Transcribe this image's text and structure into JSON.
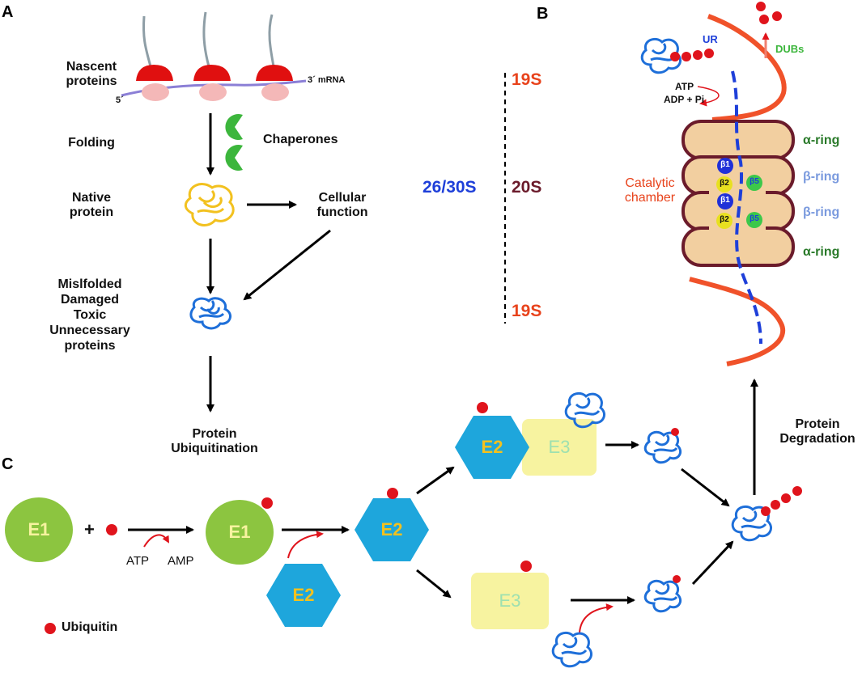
{
  "panels": {
    "a": "A",
    "b": "B",
    "c": "C"
  },
  "panel_a": {
    "nascent_1": "Nascent",
    "nascent_2": "proteins",
    "mrna_3": "3´ mRNA",
    "mrna_5": "5´",
    "folding": "Folding",
    "chaperones": "Chaperones",
    "native_1": "Native",
    "native_2": "protein",
    "cellular_1": "Cellular",
    "cellular_2": "function",
    "misfolded_1": "Mislfolded",
    "misfolded_2": "Damaged",
    "misfolded_3": "Toxic",
    "misfolded_4": "Unnecessary",
    "misfolded_5": "proteins",
    "ubiq_1": "Protein",
    "ubiq_2": "Ubiquitination"
  },
  "panel_b": {
    "label_19s_top": "19S",
    "label_20s": "20S",
    "label_19s_bottom": "19S",
    "label_26_30s": "26/30S",
    "ur": "UR",
    "dubs": "DUBs",
    "atp": "ATP",
    "adp": "ADP + Pi",
    "catalytic_1": "Catalytic",
    "catalytic_2": "chamber",
    "alpha_ring_top": "α-ring",
    "beta_ring_1": "β-ring",
    "beta_ring_2": "β-ring",
    "alpha_ring_bottom": "α-ring",
    "b1_top": "β1",
    "b2_top": "β2",
    "b5_top": "β5",
    "b1_bottom": "β1",
    "b2_bottom": "β2",
    "b5_bottom": "β5"
  },
  "panel_c": {
    "e1_left": "E1",
    "plus": "+",
    "atp": "ATP",
    "amp": "AMP",
    "e1_charged": "E1",
    "e2_free": "E2",
    "e2_charged": "E2",
    "e2_complex": "E2",
    "e3_complex": "E3",
    "e3_hect": "E3",
    "degradation_1": "Protein",
    "degradation_2": "Degradation",
    "ubiquitin_legend": "Ubiquitin"
  },
  "colors": {
    "ubiquitin": "#e0141c",
    "e1": "#8cc540",
    "e2": "#1ea6dc",
    "e3": "#f7f3a0",
    "proteasome": "#f2cfa0",
    "proteasome_outline": "#6b1b2b",
    "membrane": "#f0522a",
    "substrate": "#1e6fd9",
    "native": "#f2c11f",
    "chaperone": "#3cb63c",
    "ribosome": "#e01010"
  }
}
